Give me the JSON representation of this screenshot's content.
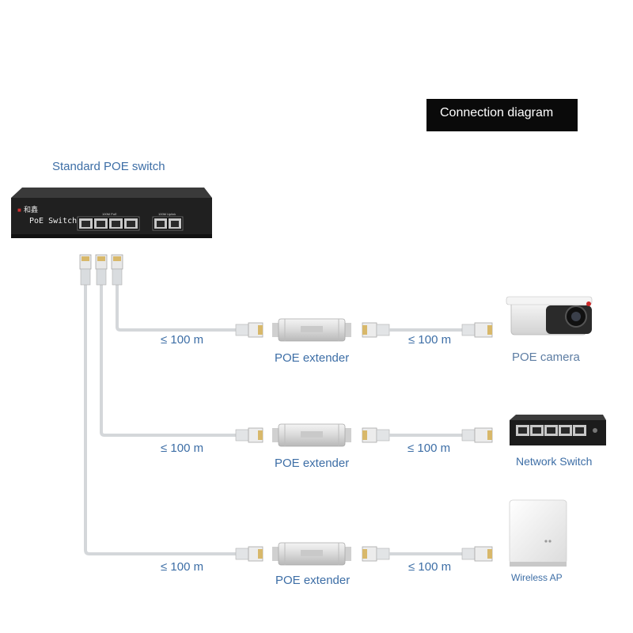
{
  "header": {
    "title": "Connection diagram"
  },
  "switch": {
    "label": "Standard POE switch",
    "brand": "和鑫",
    "model": "PoE Switch",
    "port_group_label": "100M PoE",
    "uplink_label": "100M Uplink"
  },
  "rows": [
    {
      "left_distance": "≤ 100 m",
      "extender": "POE extender",
      "right_distance": "≤ 100 m",
      "device": "POE camera"
    },
    {
      "left_distance": "≤ 100 m",
      "extender": "POE extender",
      "right_distance": "≤ 100 m",
      "device": "Network Switch"
    },
    {
      "left_distance": "≤ 100 m",
      "extender": "POE extender",
      "right_distance": "≤ 100 m",
      "device": "Wireless AP"
    }
  ],
  "colors": {
    "label_blue": "#3d6ea6",
    "cable": "#d6d9dc",
    "title_bg": "#0a0a0a"
  }
}
